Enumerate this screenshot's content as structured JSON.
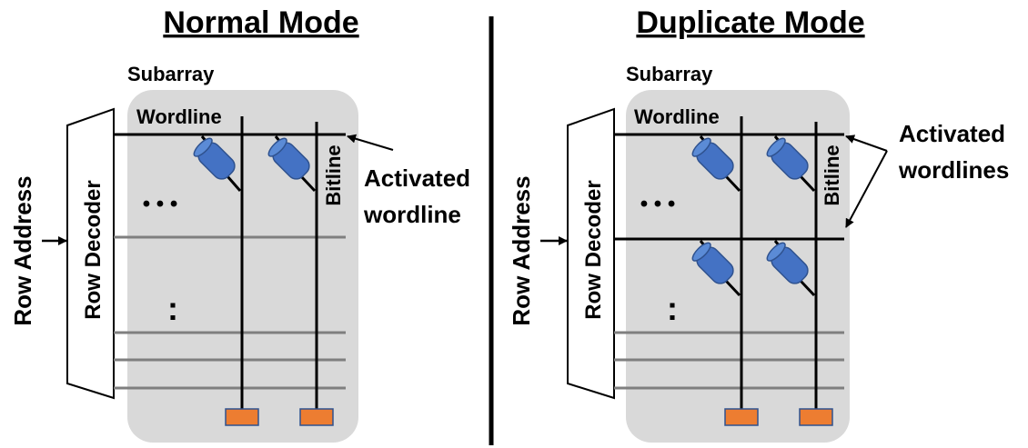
{
  "normal_mode": {
    "title": "Normal Mode",
    "subarray_label": "Subarray",
    "wordline_label": "Wordline",
    "bitline_label": "Bitline",
    "row_decoder_label": "Row Decoder",
    "row_address_label": "Row Address",
    "activated_label": [
      "Activated",
      "wordline"
    ],
    "horizontal_ellipsis": "• • •",
    "vertical_ellipsis": ":"
  },
  "duplicate_mode": {
    "title": "Duplicate Mode",
    "subarray_label": "Subarray",
    "wordline_label": "Wordline",
    "bitline_label": "Bitline",
    "row_decoder_label": "Row Decoder",
    "row_address_label": "Row Address",
    "activated_label": [
      "Activated",
      "wordlines"
    ],
    "horizontal_ellipsis": "• • •",
    "vertical_ellipsis": ":"
  },
  "colors": {
    "subarray_fill": "#d9d9d9",
    "cell_fill": "#4472c4",
    "cell_stroke": "#2f528f",
    "sense_amp_fill": "#ed7d31",
    "sense_amp_stroke": "#2f528f",
    "inactive_wordline": "#7f7f7f",
    "active_line": "#000000"
  }
}
